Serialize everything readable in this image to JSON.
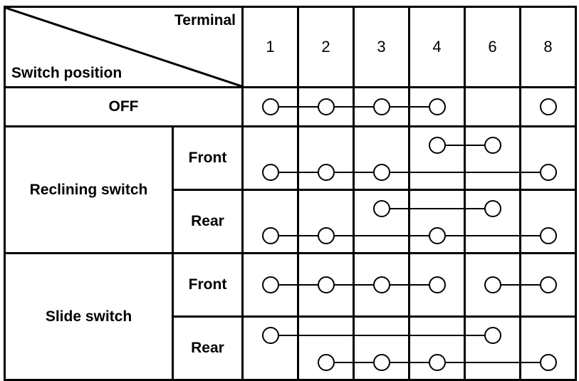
{
  "diagram": {
    "type": "switch-continuity-table",
    "header": {
      "terminal_label": "Terminal",
      "switch_position_label": "Switch position",
      "terminals": [
        "1",
        "2",
        "3",
        "4",
        "6",
        "8"
      ]
    },
    "rows": [
      {
        "group": "OFF",
        "sub": "",
        "span": 1,
        "lines": [
          {
            "from": "1",
            "to": "2",
            "level": "mid"
          },
          {
            "from": "2",
            "to": "3",
            "level": "mid"
          },
          {
            "from": "3",
            "to": "4",
            "level": "mid"
          },
          {
            "from": "8",
            "to": "8",
            "level": "mid"
          }
        ],
        "nodes": [
          {
            "terminal": "1",
            "level": "mid"
          },
          {
            "terminal": "2",
            "level": "mid"
          },
          {
            "terminal": "3",
            "level": "mid"
          },
          {
            "terminal": "4",
            "level": "mid"
          },
          {
            "terminal": "8",
            "level": "mid"
          }
        ]
      },
      {
        "group": "Reclining switch",
        "sub": "Front",
        "span": 2,
        "nodes": [
          {
            "terminal": "4",
            "level": "upper"
          },
          {
            "terminal": "6",
            "level": "upper"
          },
          {
            "terminal": "1",
            "level": "lower"
          },
          {
            "terminal": "2",
            "level": "lower"
          },
          {
            "terminal": "3",
            "level": "lower"
          },
          {
            "terminal": "8",
            "level": "lower"
          }
        ],
        "lines": [
          {
            "from": "4",
            "to": "6",
            "level": "upper"
          },
          {
            "from": "1",
            "to": "3",
            "level": "lower"
          },
          {
            "from": "3",
            "to": "8",
            "level": "lower"
          }
        ]
      },
      {
        "group": "Reclining switch",
        "sub": "Rear",
        "span": 0,
        "nodes": [
          {
            "terminal": "3",
            "level": "upper"
          },
          {
            "terminal": "6",
            "level": "upper"
          },
          {
            "terminal": "1",
            "level": "lower"
          },
          {
            "terminal": "2",
            "level": "lower"
          },
          {
            "terminal": "4",
            "level": "lower"
          },
          {
            "terminal": "8",
            "level": "lower"
          }
        ],
        "lines": [
          {
            "from": "3",
            "to": "6",
            "level": "upper"
          },
          {
            "from": "1",
            "to": "2",
            "level": "lower"
          },
          {
            "from": "2",
            "to": "4",
            "level": "lower"
          },
          {
            "from": "4",
            "to": "8",
            "level": "lower"
          }
        ]
      },
      {
        "group": "Slide switch",
        "sub": "Front",
        "span": 2,
        "nodes": [
          {
            "terminal": "1",
            "level": "mid"
          },
          {
            "terminal": "2",
            "level": "mid"
          },
          {
            "terminal": "3",
            "level": "mid"
          },
          {
            "terminal": "4",
            "level": "mid"
          },
          {
            "terminal": "6",
            "level": "mid"
          },
          {
            "terminal": "8",
            "level": "mid"
          }
        ],
        "lines": [
          {
            "from": "1",
            "to": "4",
            "level": "mid"
          },
          {
            "from": "6",
            "to": "8",
            "level": "mid"
          }
        ]
      },
      {
        "group": "Slide switch",
        "sub": "Rear",
        "span": 0,
        "nodes": [
          {
            "terminal": "1",
            "level": "upper"
          },
          {
            "terminal": "6",
            "level": "upper"
          },
          {
            "terminal": "2",
            "level": "lower"
          },
          {
            "terminal": "3",
            "level": "lower"
          },
          {
            "terminal": "4",
            "level": "lower"
          },
          {
            "terminal": "8",
            "level": "lower"
          }
        ],
        "lines": [
          {
            "from": "1",
            "to": "6",
            "level": "upper"
          },
          {
            "from": "2",
            "to": "8",
            "level": "lower"
          }
        ]
      }
    ],
    "colors": {
      "line": "#000000",
      "background": "#ffffff",
      "text": "#000000"
    }
  }
}
